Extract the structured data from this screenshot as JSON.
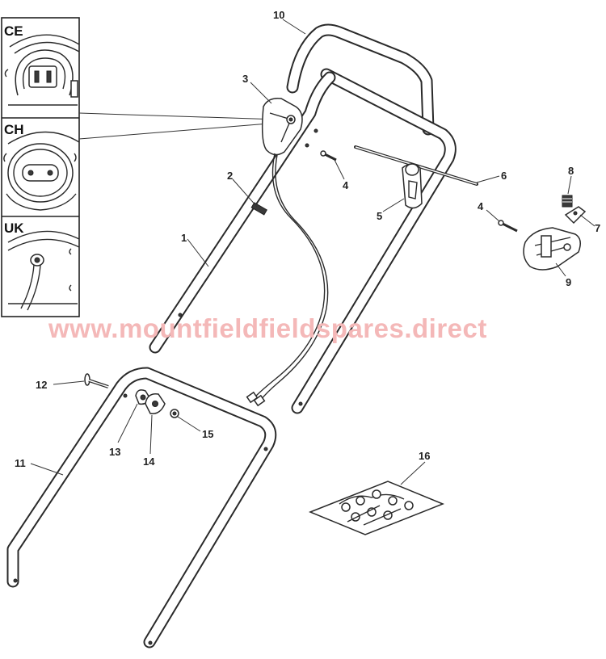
{
  "diagram": {
    "watermark": "www.mountfieldfieldspares.direct",
    "colors": {
      "line": "#2a2a2a",
      "watermark": "#f4b8b8",
      "background": "#ffffff"
    },
    "inset_regions": [
      {
        "id": "ce",
        "label": "CE"
      },
      {
        "id": "ch",
        "label": "CH"
      },
      {
        "id": "uk",
        "label": "UK"
      }
    ],
    "part_labels": [
      {
        "id": "p1",
        "text": "1"
      },
      {
        "id": "p2",
        "text": "2"
      },
      {
        "id": "p3",
        "text": "3"
      },
      {
        "id": "p4a",
        "text": "4"
      },
      {
        "id": "p4b",
        "text": "4"
      },
      {
        "id": "p5",
        "text": "5"
      },
      {
        "id": "p6",
        "text": "6"
      },
      {
        "id": "p7",
        "text": "7"
      },
      {
        "id": "p8",
        "text": "8"
      },
      {
        "id": "p9",
        "text": "9"
      },
      {
        "id": "p10",
        "text": "10"
      },
      {
        "id": "p11",
        "text": "11"
      },
      {
        "id": "p12",
        "text": "12"
      },
      {
        "id": "p13",
        "text": "13"
      },
      {
        "id": "p14",
        "text": "14"
      },
      {
        "id": "p15",
        "text": "15"
      },
      {
        "id": "p16",
        "text": "16"
      }
    ]
  }
}
